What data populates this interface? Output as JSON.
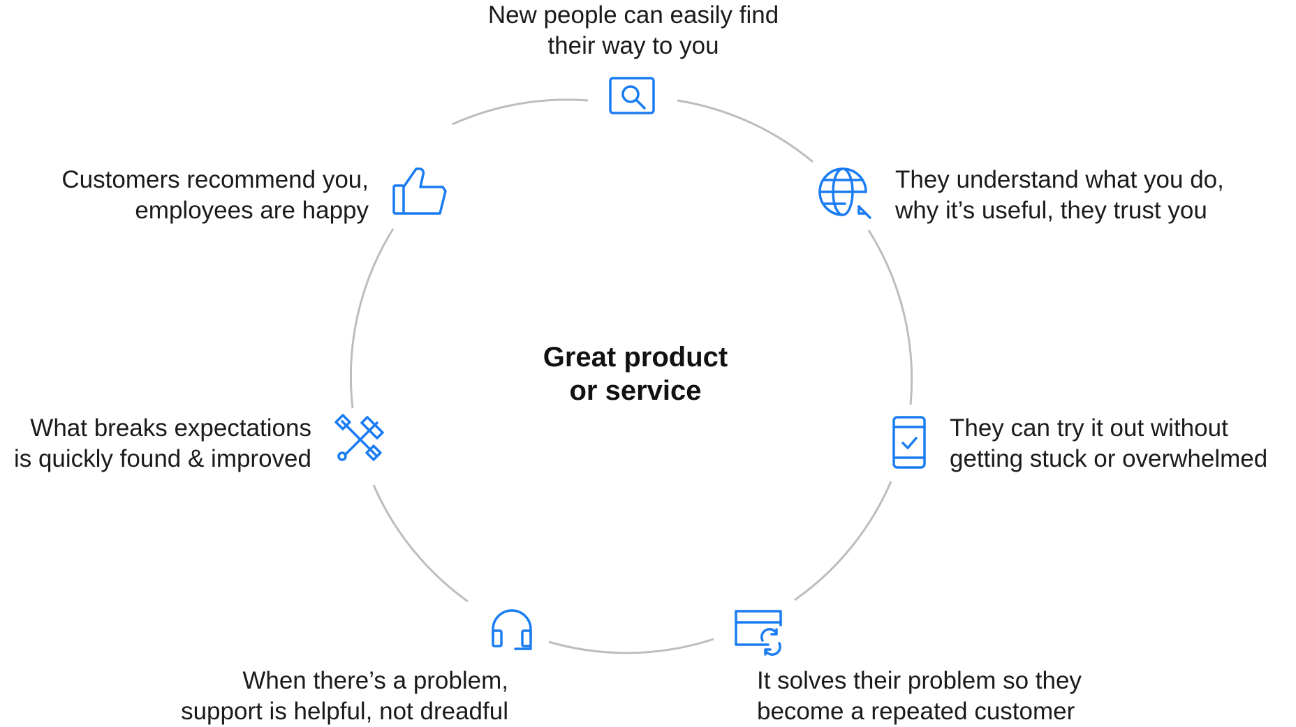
{
  "center": {
    "line1": "Great product",
    "line2": "or service"
  },
  "accent_color": "#1a7cf2",
  "ring_color": "#bdbdbd",
  "steps": [
    {
      "icon": "search-window-icon",
      "line1": "New people can easily find",
      "line2": "their way to you"
    },
    {
      "icon": "globe-cursor-icon",
      "line1": "They understand what you do,",
      "line2": "why it’s useful, they trust you"
    },
    {
      "icon": "mobile-check-icon",
      "line1": "They can try it out without",
      "line2": "getting stuck or overwhelmed"
    },
    {
      "icon": "card-refresh-icon",
      "line1": "It solves their problem so they",
      "line2": "become a repeated customer"
    },
    {
      "icon": "headset-icon",
      "line1": "When there’s a problem,",
      "line2": "support is helpful, not dreadful"
    },
    {
      "icon": "tools-icon",
      "line1": "What breaks expectations",
      "line2": "is quickly found & improved"
    },
    {
      "icon": "thumbs-up-icon",
      "line1": "Customers recommend you,",
      "line2": "employees are happy"
    }
  ]
}
